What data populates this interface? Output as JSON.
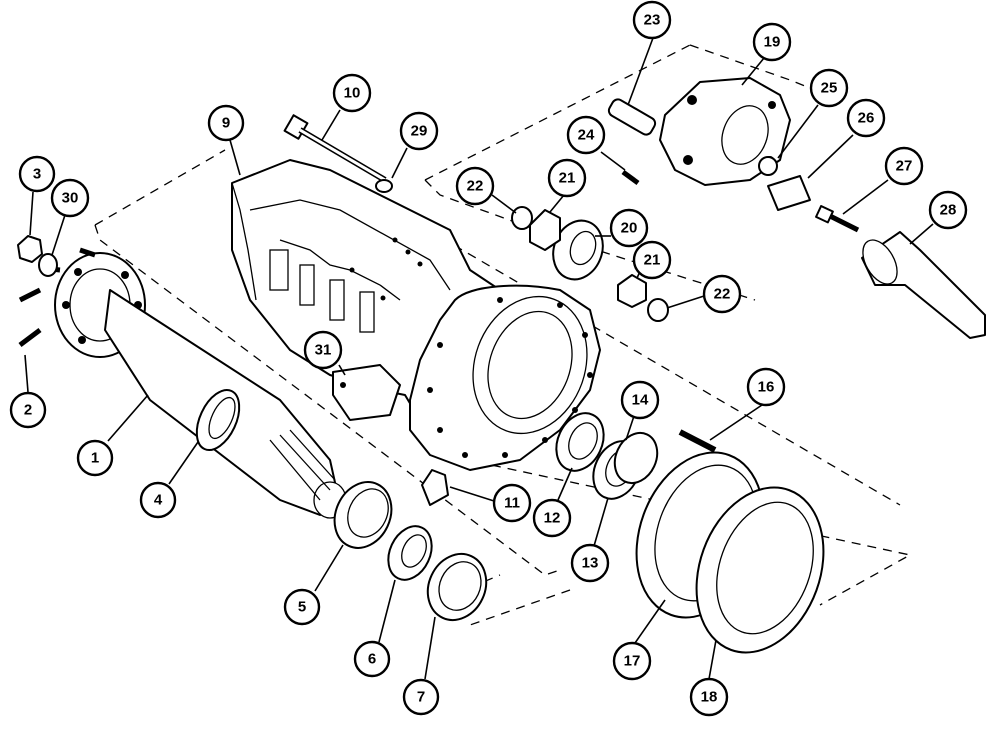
{
  "diagram": {
    "callouts": [
      {
        "id": "c1",
        "label": "1"
      },
      {
        "id": "c2",
        "label": "2"
      },
      {
        "id": "c3",
        "label": "3"
      },
      {
        "id": "c4",
        "label": "4"
      },
      {
        "id": "c5",
        "label": "5"
      },
      {
        "id": "c6",
        "label": "6"
      },
      {
        "id": "c7",
        "label": "7"
      },
      {
        "id": "c9",
        "label": "9"
      },
      {
        "id": "c10",
        "label": "10"
      },
      {
        "id": "c11",
        "label": "11"
      },
      {
        "id": "c12",
        "label": "12"
      },
      {
        "id": "c13",
        "label": "13"
      },
      {
        "id": "c14",
        "label": "14"
      },
      {
        "id": "c16",
        "label": "16"
      },
      {
        "id": "c17",
        "label": "17"
      },
      {
        "id": "c18",
        "label": "18"
      },
      {
        "id": "c19",
        "label": "19"
      },
      {
        "id": "c20",
        "label": "20"
      },
      {
        "id": "c21a",
        "label": "21"
      },
      {
        "id": "c21b",
        "label": "21"
      },
      {
        "id": "c22a",
        "label": "22"
      },
      {
        "id": "c22b",
        "label": "22"
      },
      {
        "id": "c23",
        "label": "23"
      },
      {
        "id": "c24",
        "label": "24"
      },
      {
        "id": "c25",
        "label": "25"
      },
      {
        "id": "c26",
        "label": "26"
      },
      {
        "id": "c27",
        "label": "27"
      },
      {
        "id": "c28",
        "label": "28"
      },
      {
        "id": "c29",
        "label": "29"
      },
      {
        "id": "c30",
        "label": "30"
      },
      {
        "id": "c31",
        "label": "31"
      }
    ]
  }
}
